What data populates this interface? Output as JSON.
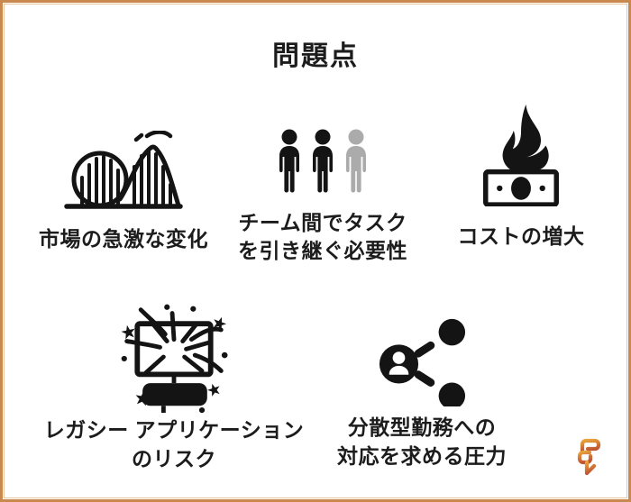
{
  "slide": {
    "title": "問題点",
    "background": "#ffffff",
    "border_color": "#c9884e"
  },
  "items": [
    {
      "id": "market-change",
      "icon": "roller-coaster-icon",
      "lines": [
        "市場の急激な変化"
      ]
    },
    {
      "id": "team-handover",
      "icon": "three-people-icon",
      "lines": [
        "チーム間でタスク",
        "を引き継ぐ必要性"
      ]
    },
    {
      "id": "cost-increase",
      "icon": "burning-money-icon",
      "lines": [
        "コストの増大"
      ]
    },
    {
      "id": "legacy-risk",
      "icon": "exploding-monitor-icon",
      "lines": [
        "レガシー アプリケーション",
        "のリスク"
      ]
    },
    {
      "id": "distributed-work",
      "icon": "share-network-icon",
      "lines": [
        "分散型勤務への",
        "対応を求める圧力"
      ]
    }
  ],
  "colors": {
    "icon_black": "#141414",
    "icon_gray": "#ababab",
    "text": "#1c1c1c",
    "logo_top": "#e8a33c",
    "logo_bottom": "#c05532"
  },
  "logo": {
    "name": "brand-monogram"
  }
}
